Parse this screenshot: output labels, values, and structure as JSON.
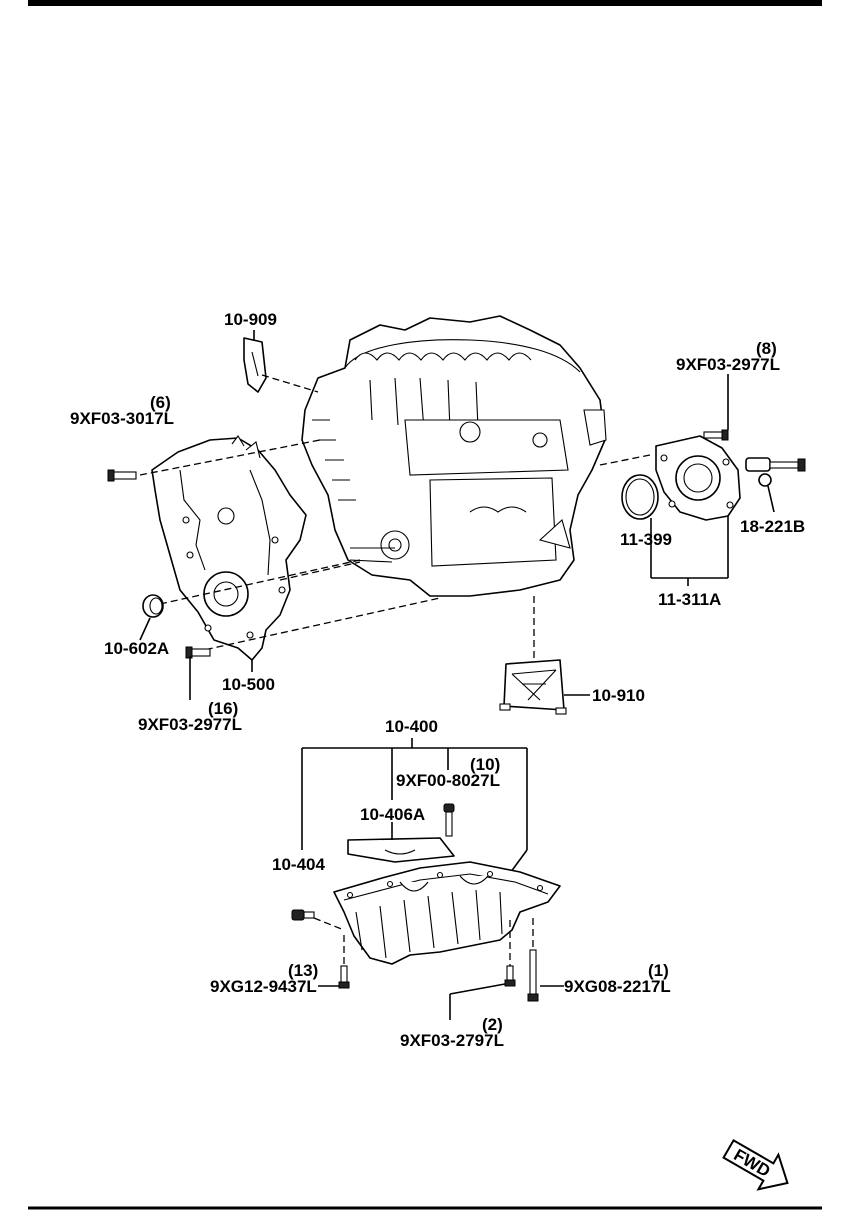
{
  "callouts": {
    "c10_909": "10-909",
    "c9xf03_2977_top": "9XF03-2977L",
    "q8": "(8)",
    "c9xf03_3017": "9XF03-3017L",
    "q6": "(6)",
    "c11_399": "11-399",
    "c18_221b": "18-221B",
    "c11_311a": "11-311A",
    "c10_602a": "10-602A",
    "c10_500": "10-500",
    "q16": "(16)",
    "c9xf03_2977_bottom": "9XF03-2977L",
    "c10_910": "10-910",
    "c10_400": "10-400",
    "q10": "(10)",
    "c9xf00_8027": "9XF00-8027L",
    "c10_406a": "10-406A",
    "c10_404": "10-404",
    "q13": "(13)",
    "c9xg12_9437": "9XG12-9437L",
    "q1": "(1)",
    "c9xg08_2217": "9XG08-2217L",
    "q2": "(2)",
    "c9xf03_2797": "9XF03-2797L"
  },
  "fwd_label": "FWD",
  "icons": {
    "fwd": "fwd-arrow-icon"
  }
}
